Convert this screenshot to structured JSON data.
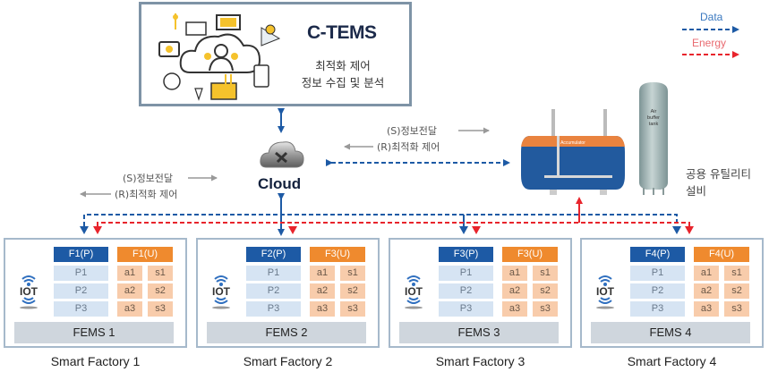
{
  "ctems": {
    "title": "C-TEMS",
    "line1": "최적화 제어",
    "line2": "정보 수집 및 분석",
    "icon": "cloud-network-illustration"
  },
  "legend": {
    "data_label": "Data",
    "energy_label": "Energy",
    "data_color": "#1d5aa5",
    "energy_color": "#e8242c"
  },
  "cloud": {
    "label": "Cloud",
    "icon": "metal-cloud-icon"
  },
  "notes": {
    "left_send": "(S)정보전달",
    "left_receive": "(R)최적화 제어",
    "right_send": "(S)정보전달",
    "right_receive": "(R)최적화 제어"
  },
  "utility": {
    "line1": "공용 유틸리티",
    "line2": "설비",
    "accumulator_label": "Accumulator",
    "buffer_tank_label": "Air buffer tank"
  },
  "factories": [
    {
      "name": "Smart Factory 1",
      "fems": "FEMS 1",
      "p_header": "F1(P)",
      "u_header": "F1(U)",
      "p_rows": [
        "P1",
        "P2",
        "P3"
      ],
      "a_rows": [
        "a1",
        "a2",
        "a3"
      ],
      "s_rows": [
        "s1",
        "s2",
        "s3"
      ]
    },
    {
      "name": "Smart Factory 2",
      "fems": "FEMS 2",
      "p_header": "F2(P)",
      "u_header": "F3(U)",
      "p_rows": [
        "P1",
        "P2",
        "P3"
      ],
      "a_rows": [
        "a1",
        "a2",
        "a3"
      ],
      "s_rows": [
        "s1",
        "s2",
        "s3"
      ]
    },
    {
      "name": "Smart Factory 3",
      "fems": "FEMS 3",
      "p_header": "F3(P)",
      "u_header": "F3(U)",
      "p_rows": [
        "P1",
        "P2",
        "P3"
      ],
      "a_rows": [
        "a1",
        "a2",
        "a3"
      ],
      "s_rows": [
        "s1",
        "s2",
        "s3"
      ]
    },
    {
      "name": "Smart Factory 4",
      "fems": "FEMS 4",
      "p_header": "F4(P)",
      "u_header": "F4(U)",
      "p_rows": [
        "P1",
        "P2",
        "P3"
      ],
      "a_rows": [
        "a1",
        "a2",
        "a3"
      ],
      "s_rows": [
        "s1",
        "s2",
        "s3"
      ]
    }
  ]
}
